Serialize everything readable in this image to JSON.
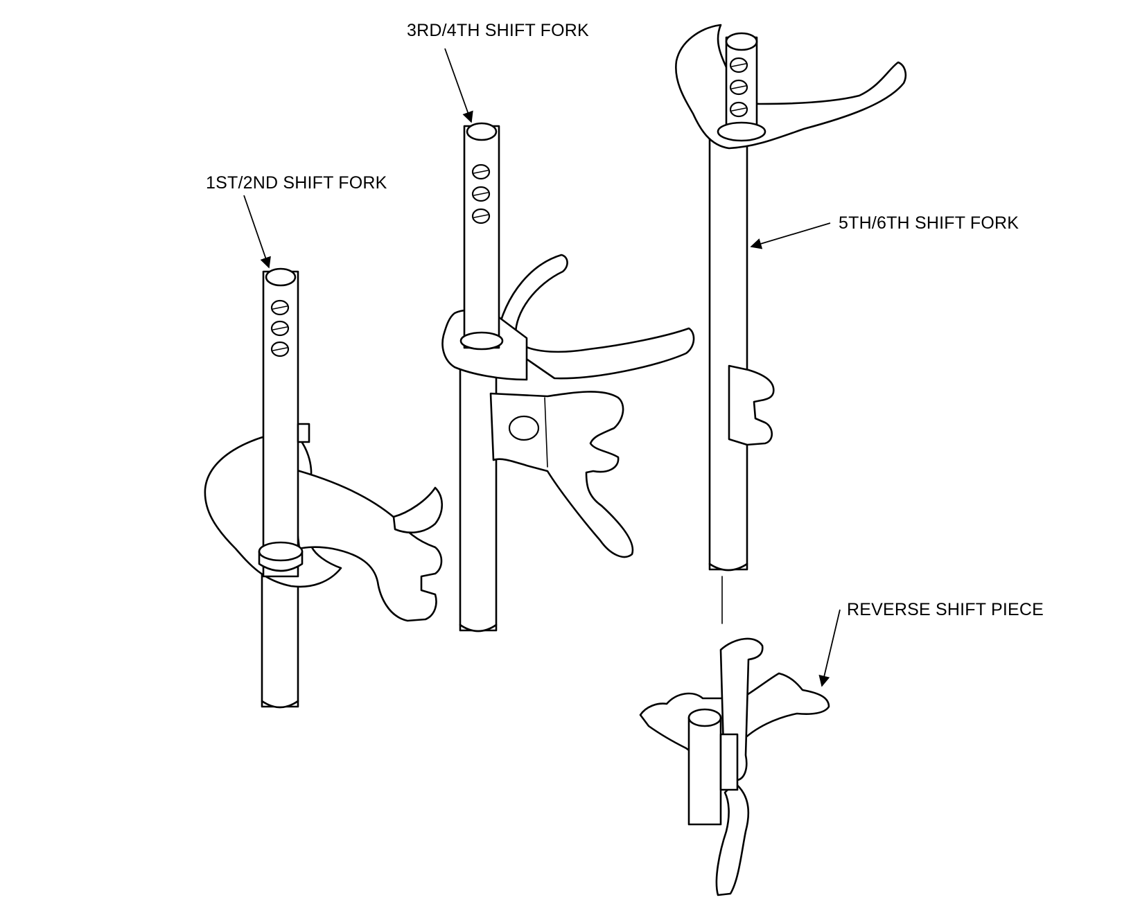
{
  "labels": {
    "fork_12": "1ST/2ND SHIFT FORK",
    "fork_34": "3RD/4TH SHIFT FORK",
    "fork_56": "5TH/6TH SHIFT FORK",
    "reverse": "REVERSE SHIFT PIECE"
  },
  "colors": {
    "line": "#000000",
    "background": "#ffffff"
  }
}
